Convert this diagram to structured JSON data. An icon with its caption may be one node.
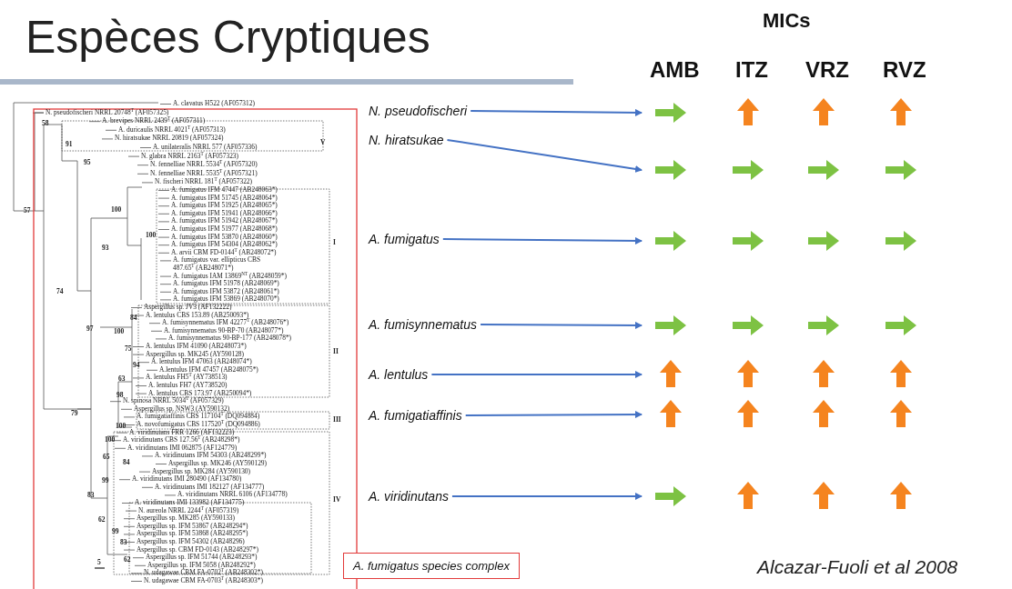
{
  "diagram": {
    "title": "Espèces Cryptiques",
    "nodes": [
      {
        "text": [
          "N. pseudofischeri"
        ]
      },
      {
        "text": [
          "N. hiratsukae"
        ]
      },
      {
        "text": [
          "A. fumigatus"
        ]
      },
      {
        "text": [
          "A. fumisynnematus"
        ]
      },
      {
        "text": [
          "A. lentulus"
        ]
      },
      {
        "text": [
          "A. fumigatiaffinis"
        ]
      },
      {
        "text": [
          "A. viridinutans"
        ]
      },
      {
        "text": [
          "A. fumigatus species complex"
        ]
      }
    ],
    "edges": [
      {
        "from": 0,
        "to": null,
        "arrow": "to"
      },
      {
        "from": 1,
        "to": null,
        "arrow": "to"
      },
      {
        "from": 2,
        "to": null,
        "arrow": "to"
      },
      {
        "from": 3,
        "to": null,
        "arrow": "to"
      },
      {
        "from": 4,
        "to": null,
        "arrow": "to"
      },
      {
        "from": 5,
        "to": null,
        "arrow": "to"
      },
      {
        "from": 6,
        "to": null,
        "arrow": "to"
      }
    ],
    "labels": [
      "MICs",
      "AMB",
      "ITZ",
      "VRZ",
      "RVZ",
      "A. clavatus H522 (AF057312)",
      "N. pseudofischeri NRRL 20748$^{T}$ (AF057325)",
      "A. brevipes NRRL 2439$^{T}$ (AF057311)",
      "A. duricaulis NRRL 4021$^{T}$ (AF057313)",
      "N. hiratsukae NRRL 20819 (AF057324)",
      "A. unilateralis NRRL 577 (AF057336)",
      "N. glabra NRRL 2163$^{T}$ (AF057323)",
      "N. fennelliae NRRL 5534$^{T}$ (AF057320)",
      "N. fennelliae NRRL 5535$^{T}$ (AF057321)",
      "N. fischeri NRRL 181$^{T}$ (AF057322)",
      "A. fumigatus IFM 47447 (AB248063*)",
      "A. fumigatus IFM 51745 (AB248064*)",
      "A. fumigatus IFM 51925 (AB248065*)",
      "A. fumigatus IFM 51941 (AB248066*)",
      "A. fumigatus IFM 51942 (AB248067*)",
      "A. fumigatus IFM 51977 (AB248068*)",
      "A. fumigatus IFM 53870 (AB248060*)",
      "A. fumigatus IFM 54304 (AB248062*)",
      "A. arvii CBM FD-0144$^{T}$ (AB248072*)",
      "A. fumigatus var. ellipticus CBS 487.65$^{T}$ (AB248071*)",
      "A. fumigatus IAM 13869$^{NT}$ (AB248059*)",
      "A. fumigatus IFM 51978 (AB248069*)",
      "A. fumigatus IFM 53872 (AB248061*)",
      "A. fumigatus IFM 53869 (AB248070*)",
      "Aspergillus sp. JV3 (AF132222)",
      "A. lentulus CBS 153.89 (AB250093*)",
      "A. fumisynnematus IFM 42277$^{T}$ (AB248076*)",
      "A. fumisynnematus 90-BP-70 (AB248077*)",
      "A. fumisynnematus 90-BP-177 (AB248078*)",
      "A. lentulus IFM 41090 (AB248073*)",
      "Aspergillus sp. MK245 (AY590128)",
      "A. lentulus IFM 47063 (AB248074*)",
      "A.lentulus IFM 47457 (AB248075*)",
      "A. lentulus FH5$^{T}$ (AY738513)",
      "A. lentulus FH7 (AY738520)",
      "A. lentulus CBS 173.97 (AB250094*)",
      "N. spinosa NRRL 5034$^{T}$ (AF057329)",
      "Aspergillus sp. NSW3 (AY590132)",
      "A. fumigatiaffinis CBS 117104$^{T}$ (DQ094884)",
      "A. novofumigatus CBS 117520$^{T}$ (DQ094886)",
      "A. viridinutans FRR 1266 (AF132223)",
      "A. viridinutans CBS 127.56$^{T}$ (AB248298*)",
      "A. viridinutans IMI 062875 (AF124779)",
      "A. viridinutans IFM 54303 (AB248299*)",
      "Aspergillus sp. MK246 (AY590129)",
      "Aspergillus sp. MK284 (AY590130)",
      "A. viridinutans IMI 280490 (AF134780)",
      "A. viridinutans IMI 182127 (AF134777)",
      "A. viridinutans NRRL 6106 (AF134778)",
      "A. viridinutans IMI 133982 (AF134775)",
      "N. aureola NRRL 2244$^{T}$ (AF057319)",
      "Aspergillus sp. MK285 (AY590133)",
      "Aspergillus sp. IFM 53867 (AB248294*)",
      "Aspergillus sp. IFM 53868 (AB248295*)",
      "Aspergillus sp. IFM 54302 (AB248296)",
      "Aspergillus sp. CBM FD-0143 (AB248297*)",
      "Aspergillus sp. IFM 51744 (AB248293*)",
      "Aspergillus sp. IFM 5058 (AB248292*)",
      "N. udagawae CBM FA-0702$^{T}$ (AB248302*)",
      "N. udagawae CBM FA-0703$^{T}$ (AB248303*)",
      "V",
      "I",
      "II",
      "III",
      "IV",
      "58",
      "91",
      "95",
      "57",
      "100",
      "100",
      "93",
      "74",
      "97",
      "84",
      "100",
      "75",
      "94",
      "63",
      "79",
      "98",
      "100",
      "100",
      "65",
      "84",
      "99",
      "83",
      "62",
      "99",
      "83",
      "62",
      "5",
      "Alcazar-Fuoli et al 2008"
    ]
  }
}
